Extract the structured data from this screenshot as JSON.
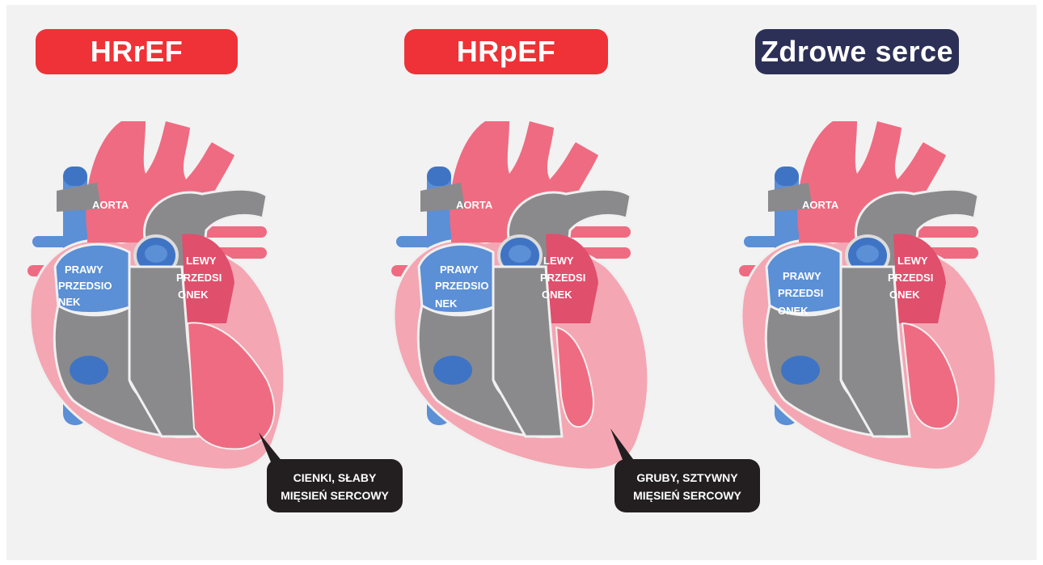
{
  "titles": {
    "hrref": "HRrEF",
    "hrpef": "HRpEF",
    "healthy": "Zdrowe serce"
  },
  "labels": {
    "aorta": "AORTA",
    "right_atrium": [
      "PRAWY",
      "PRZEDSIO",
      "NEK"
    ],
    "right_atrium_healthy": [
      "PRAWY",
      "PRZEDSI",
      "ONEK"
    ],
    "left_atrium": [
      "LEWY",
      "PRZEDSI",
      "ONEK"
    ]
  },
  "callouts": {
    "hrref": [
      "CIENKI, SŁABY",
      "MIĘSIEŃ SERCOWY"
    ],
    "hrpef": [
      "GRUBY, SZTYWNY",
      "MIĘSIEŃ SERCOWY"
    ]
  },
  "colors": {
    "title_red": "#ee3237",
    "title_navy": "#2c3056",
    "heart_pink": "#ef6b81",
    "heart_light": "#f4a6b3",
    "vein_blue": "#5b8fd6",
    "septum_grey": "#8a8a8c",
    "callout_black": "#231f20"
  }
}
